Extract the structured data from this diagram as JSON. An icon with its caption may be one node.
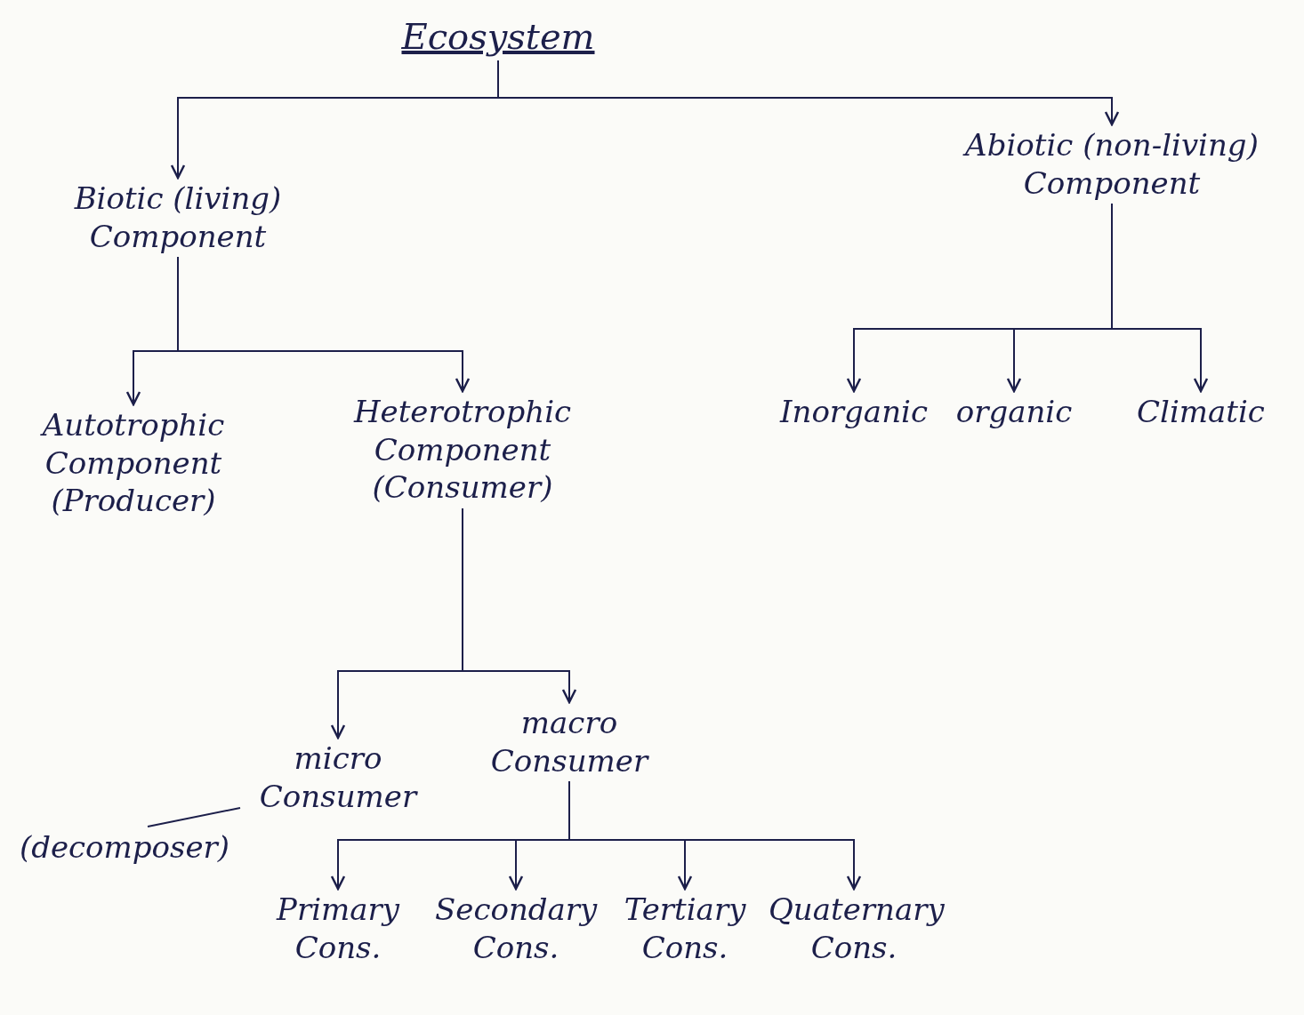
{
  "diagram": {
    "nodes": [
      {
        "text": [
          "Ecosystem"
        ]
      },
      {
        "text": [
          "Biotic (living) Component"
        ]
      },
      {
        "text": [
          "Abiotic (non-living) Component"
        ]
      },
      {
        "text": [
          "Autotrophic Component (Producer)"
        ]
      },
      {
        "text": [
          "Heterotrophic Component (Consumer)"
        ]
      },
      {
        "text": [
          "Inorganic"
        ]
      },
      {
        "text": [
          "organic"
        ]
      },
      {
        "text": [
          "Climatic"
        ]
      },
      {
        "text": [
          "micro Consumer"
        ]
      },
      {
        "text": [
          "macro Consumer"
        ]
      },
      {
        "text": [
          "(decomposer)"
        ]
      },
      {
        "text": [
          "Primary Cons."
        ]
      },
      {
        "text": [
          "Secondary Cons."
        ]
      },
      {
        "text": [
          "Tertiary Cons."
        ]
      },
      {
        "text": [
          "Quaternary Cons."
        ]
      }
    ],
    "edges": [
      {
        "from": 0,
        "to": 1,
        "arrow": "to"
      },
      {
        "from": 0,
        "to": 2,
        "arrow": "to"
      },
      {
        "from": 1,
        "to": 3,
        "arrow": "to"
      },
      {
        "from": 1,
        "to": 4,
        "arrow": "to"
      },
      {
        "from": 2,
        "to": 5,
        "arrow": "to"
      },
      {
        "from": 2,
        "to": 6,
        "arrow": "to"
      },
      {
        "from": 2,
        "to": 7,
        "arrow": "to"
      },
      {
        "from": 4,
        "to": 8,
        "arrow": "to"
      },
      {
        "from": 4,
        "to": 9,
        "arrow": "to"
      },
      {
        "from": 8,
        "to": 10,
        "arrow": "none"
      },
      {
        "from": 9,
        "to": 11,
        "arrow": "to"
      },
      {
        "from": 9,
        "to": 12,
        "arrow": "to"
      },
      {
        "from": 9,
        "to": 13,
        "arrow": "to"
      },
      {
        "from": 9,
        "to": 14,
        "arrow": "to"
      }
    ]
  }
}
